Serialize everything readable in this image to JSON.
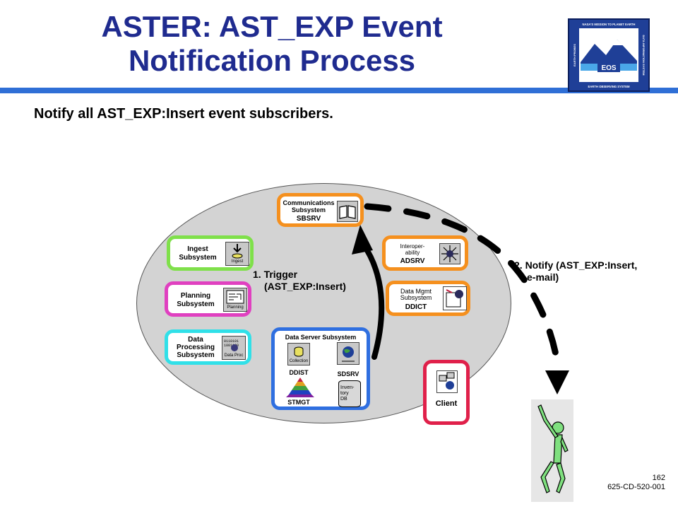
{
  "title": {
    "line1": "ASTER:  AST_EXP Event",
    "line2": "Notification Process"
  },
  "subtitle": "Notify all AST_EXP:Insert event subscribers.",
  "logo": {
    "top_text": "NASA'S MISSION TO PLANET EARTH",
    "center_text": "EOS",
    "bottom_text": "EARTH OBSERVING SYSTEM",
    "left_text": "EARTH PROBES",
    "right_text": "DATA INFORMATION SYSTEM"
  },
  "subsystems": {
    "communications": {
      "line1": "Communications",
      "line2": "Subsystem",
      "line3": "SBSRV",
      "color": "#f5901e"
    },
    "ingest": {
      "line1": "Ingest",
      "line2": "Subsystem",
      "icon_caption": "Ingest",
      "color": "#7fe04a"
    },
    "planning": {
      "line1": "Planning",
      "line2": "Subsystem",
      "icon_caption": "Planning",
      "color": "#e040c0"
    },
    "data_processing": {
      "line1": "Data",
      "line2": "Processing",
      "line3": "Subsystem",
      "icon_caption": "Data Proc",
      "color": "#30e0e8"
    },
    "interoperability": {
      "line1": "Interoper-",
      "line2": "ability",
      "line3": "ADSRV",
      "color": "#f5901e"
    },
    "data_mgmt": {
      "line1": "Data Mgmt",
      "line2": "Subsystem",
      "line3": "DDICT",
      "color": "#f5901e"
    },
    "data_server": {
      "title": "Data Server Subsystem",
      "collection_caption": "Collection",
      "ddist": "DDIST",
      "stmgt": "STMGT",
      "sdsrv": "SDSRV",
      "inventory_line1": "Inven-",
      "inventory_line2": "tory",
      "inventory_line3": "DB",
      "color": "#2f6fe0"
    },
    "client": {
      "label": "Client",
      "color": "#e0204a"
    }
  },
  "annotations": {
    "trigger_line1": "1. Trigger",
    "trigger_line2": "(AST_EXP:Insert)",
    "notify_line1": "2. Notify (AST_EXP:Insert,",
    "notify_line2": "e-mail)"
  },
  "footer": {
    "page_number": "162",
    "doc_id": "625-CD-520-001"
  }
}
